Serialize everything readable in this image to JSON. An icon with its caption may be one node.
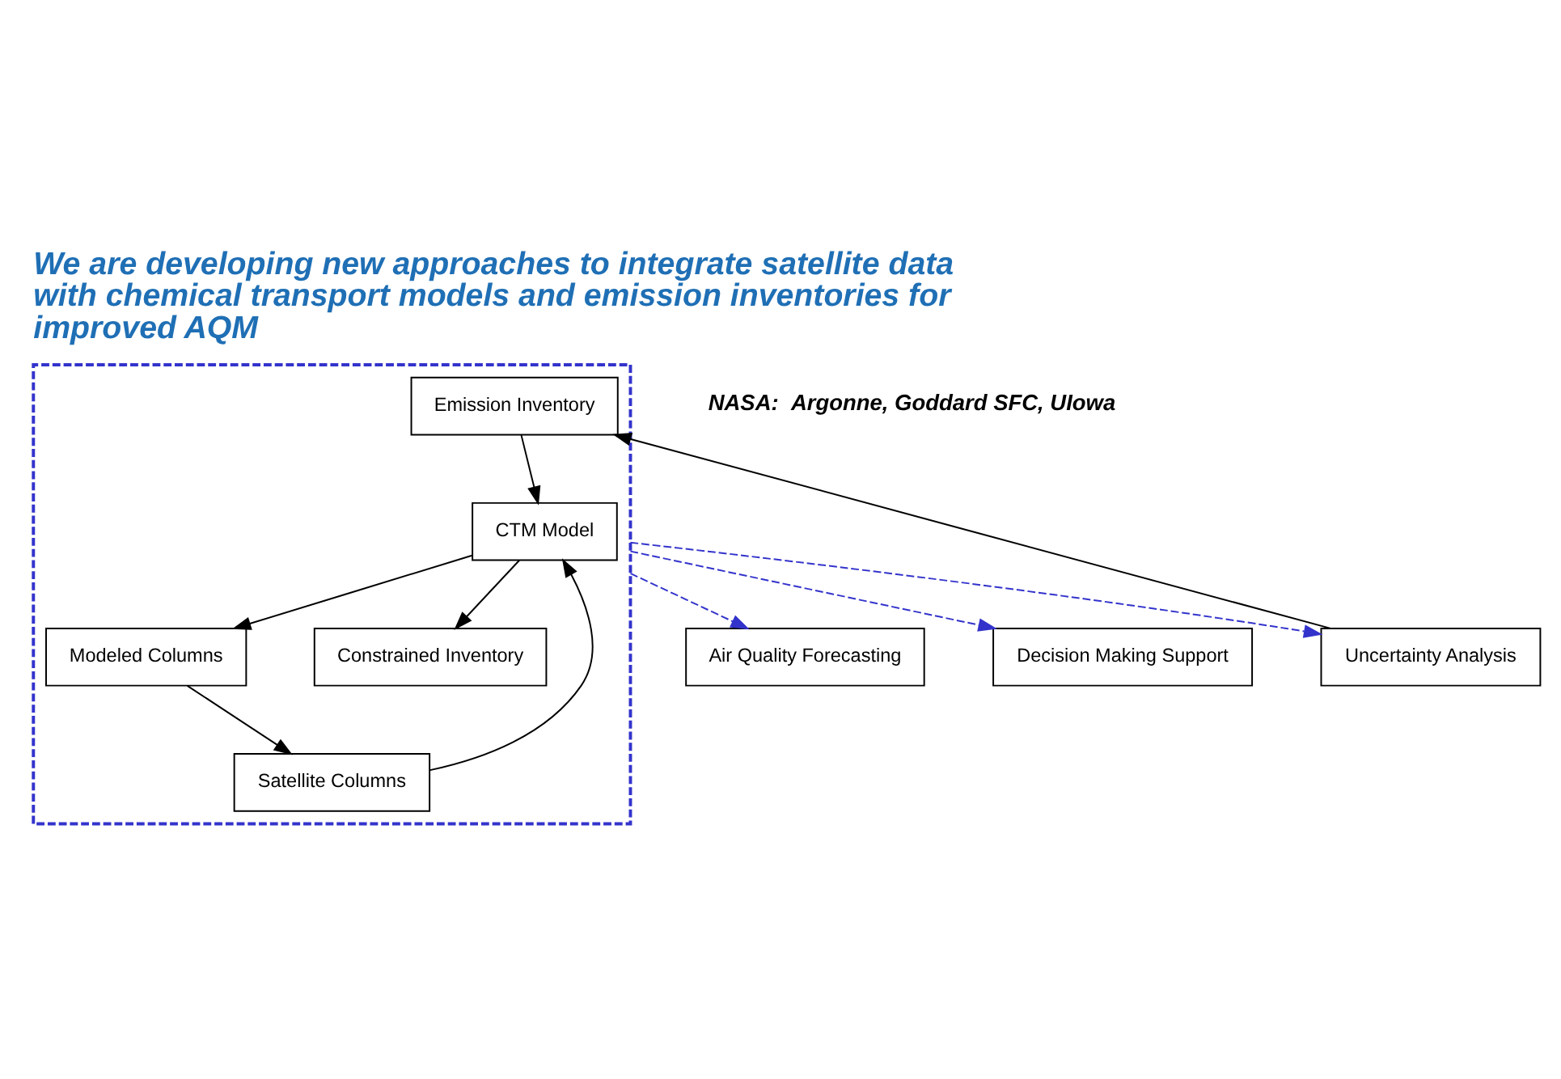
{
  "diagram": {
    "title": "We are developing new approaches to integrate satellite data with chemical transport models and emission inventories for improved AQM",
    "nodes": [
      {
        "text": [
          "Uncertainty Analysis"
        ]
      },
      {
        "text": [],
        "shape": "box"
      },
      {
        "text": [
          "Emission Inventory"
        ],
        "in": 1
      },
      {
        "text": [
          "Modeled Columns"
        ],
        "in": 1
      },
      {
        "text": [
          "CTM Model"
        ],
        "in": 1
      },
      {
        "text": [
          "Constrained Inventory"
        ],
        "in": 1
      },
      {
        "text": [
          "Satellite Columns"
        ],
        "in": 1
      },
      {
        "text": [
          "Air Quality Forecasting"
        ]
      },
      {
        "text": [
          "Decision Making Support"
        ]
      }
    ],
    "edges": [
      {
        "from": 0,
        "to": 2,
        "arrow": "to"
      },
      {
        "from": 2,
        "to": 4,
        "arrow": "to"
      },
      {
        "from": 4,
        "to": 3,
        "arrow": "to"
      },
      {
        "from": 3,
        "to": 6,
        "arrow": "to"
      },
      {
        "from": 6,
        "to": 4,
        "arrow": "to"
      },
      {
        "from": 4,
        "to": 5,
        "arrow": "to"
      },
      {
        "from": 1,
        "to": 0,
        "arrow": "to",
        "style": "dashed",
        "color": "#3333cc"
      },
      {
        "from": 1,
        "to": 7,
        "arrow": "to",
        "style": "dashed",
        "color": "#3333cc"
      },
      {
        "from": 1,
        "to": 8,
        "arrow": "to",
        "style": "dashed",
        "color": "#3333cc"
      }
    ],
    "labels": [
      "NASA:  Argonne, Goddard SFC, UIowa"
    ]
  }
}
